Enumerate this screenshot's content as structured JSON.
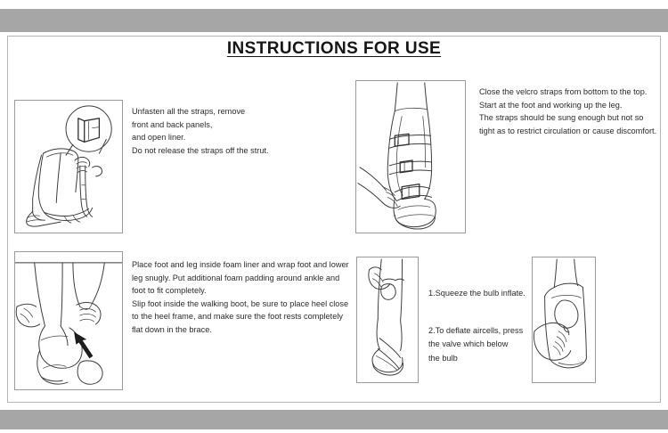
{
  "document": {
    "title": "INSTRUCTIONS FOR USE"
  },
  "steps": [
    {
      "id": "step-1",
      "figure_name": "boot-unfasten-straps-figure",
      "text": "Unfasten all the straps, remove\nfront and back panels,\nand open liner.\nDo not release the straps off the strut."
    },
    {
      "id": "step-2",
      "figure_name": "boot-close-velcro-straps-figure",
      "text": "Close the velcro straps from bottom to the top.\nStart at the foot and working up the leg.\nThe straps should be sung enough but not so\ntight as to restrict circulation or cause discomfort."
    },
    {
      "id": "step-3",
      "figure_name": "foam-liner-wrap-figure",
      "text": "Place foot and leg inside foam liner and wrap foot and lower\nleg snugly. Put additional foam padding around ankle and\nfoot to fit completely.\nSlip foot inside the walking boot, be sure to place heel close\nto the heel frame, and make sure the foot rests completely\nflat down in the brace."
    },
    {
      "id": "step-4",
      "figure_name": "squeeze-bulb-inflate-figure",
      "items": [
        "1.Squeeze the bulb inflate.",
        "2.To deflate aircells, press\nthe valve which below\nthe bulb"
      ]
    },
    {
      "id": "step-5",
      "figure_name": "press-deflate-valve-figure"
    }
  ],
  "colors": {
    "page_background": "#ffffff",
    "band": "#a6a6a6",
    "frame_border": "#b5b5b5",
    "panel_border": "#9a9a9a",
    "line_art": "#3b3b3b",
    "text": "#2b2b2b",
    "title": "#161616"
  }
}
